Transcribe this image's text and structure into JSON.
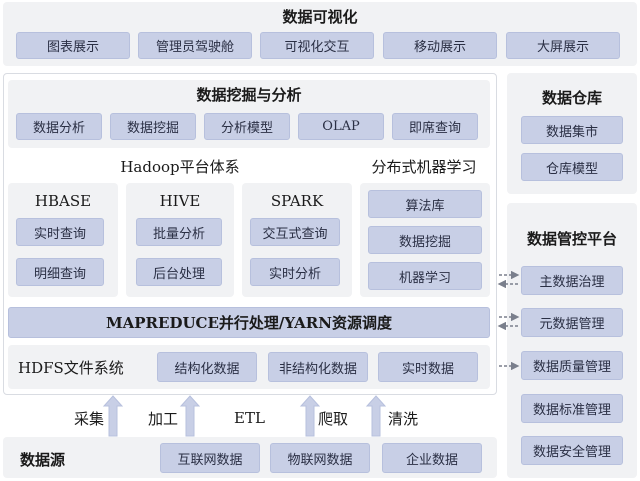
{
  "visualization": {
    "title": "数据可视化",
    "items": [
      "图表展示",
      "管理员驾驶舱",
      "可视化交互",
      "移动展示",
      "大屏展示"
    ]
  },
  "mining": {
    "title": "数据挖掘与分析",
    "items": [
      "数据分析",
      "数据挖掘",
      "分析模型",
      "OLAP",
      "即席查询"
    ]
  },
  "hadoop": {
    "title": "Hadoop平台体系",
    "hbase": {
      "title": "HBASE",
      "items": [
        "实时查询",
        "明细查询"
      ]
    },
    "hive": {
      "title": "HIVE",
      "items": [
        "批量分析",
        "后台处理"
      ]
    },
    "spark": {
      "title": "SPARK",
      "items": [
        "交互式查询",
        "实时分析"
      ]
    }
  },
  "ml": {
    "title": "分布式机器学习",
    "items": [
      "算法库",
      "数据挖掘",
      "机器学习"
    ]
  },
  "mapreduce": {
    "label": "MAPREDUCE并行处理/YARN资源调度"
  },
  "hdfs": {
    "title": "HDFS文件系统",
    "items": [
      "结构化数据",
      "非结构化数据",
      "实时数据"
    ]
  },
  "flows": [
    "采集",
    "加工",
    "ETL",
    "爬取",
    "清洗"
  ],
  "source": {
    "title": "数据源",
    "items": [
      "互联网数据",
      "物联网数据",
      "企业数据"
    ]
  },
  "warehouse": {
    "title": "数据仓库",
    "items": [
      "数据集市",
      "仓库模型"
    ]
  },
  "governance": {
    "title": "数据管控平台",
    "items": [
      "主数据治理",
      "元数据管理",
      "数据质量管理",
      "数据标准管理",
      "数据安全管理"
    ]
  },
  "colors": {
    "chip": "#c8cfe6",
    "panel": "#f1f2f4",
    "arrow": "#c8cfe6",
    "dashed_arrow": "#7a7f8c"
  }
}
